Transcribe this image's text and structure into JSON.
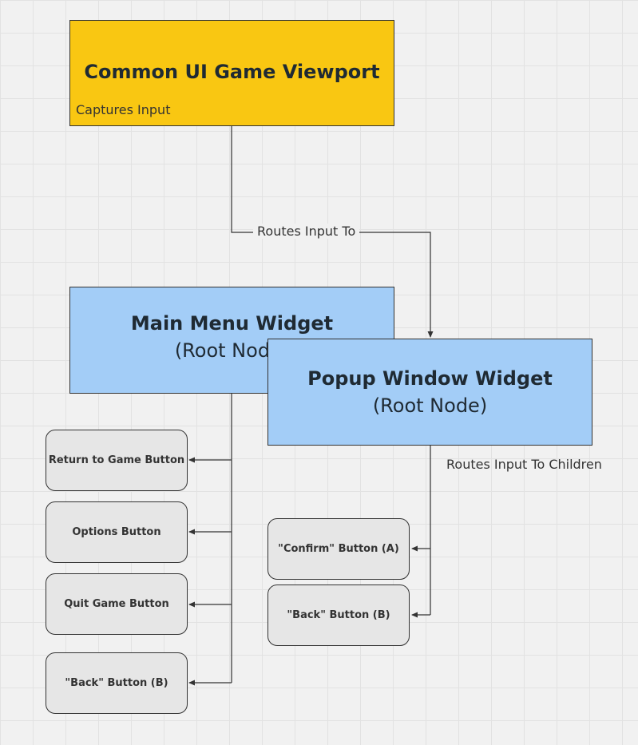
{
  "colors": {
    "viewport_fill": "#f9c712",
    "widget_fill": "#a3cdf7",
    "button_fill": "#e6e6e6",
    "line": "#333333"
  },
  "viewport": {
    "title": "Common UI Game Viewport",
    "note": "Captures Input"
  },
  "edge_routes_input": "Routes Input To",
  "main_menu": {
    "title": "Main Menu Widget",
    "subtitle": "(Root Node)"
  },
  "popup": {
    "title": "Popup Window Widget",
    "subtitle": "(Root Node)"
  },
  "edge_routes_children": "Routes Input To Children",
  "main_menu_buttons": [
    "Return to Game Button",
    "Options Button",
    "Quit Game Button",
    "\"Back\" Button (B)"
  ],
  "popup_buttons": [
    "\"Confirm\" Button (A)",
    "\"Back\" Button (B)"
  ]
}
